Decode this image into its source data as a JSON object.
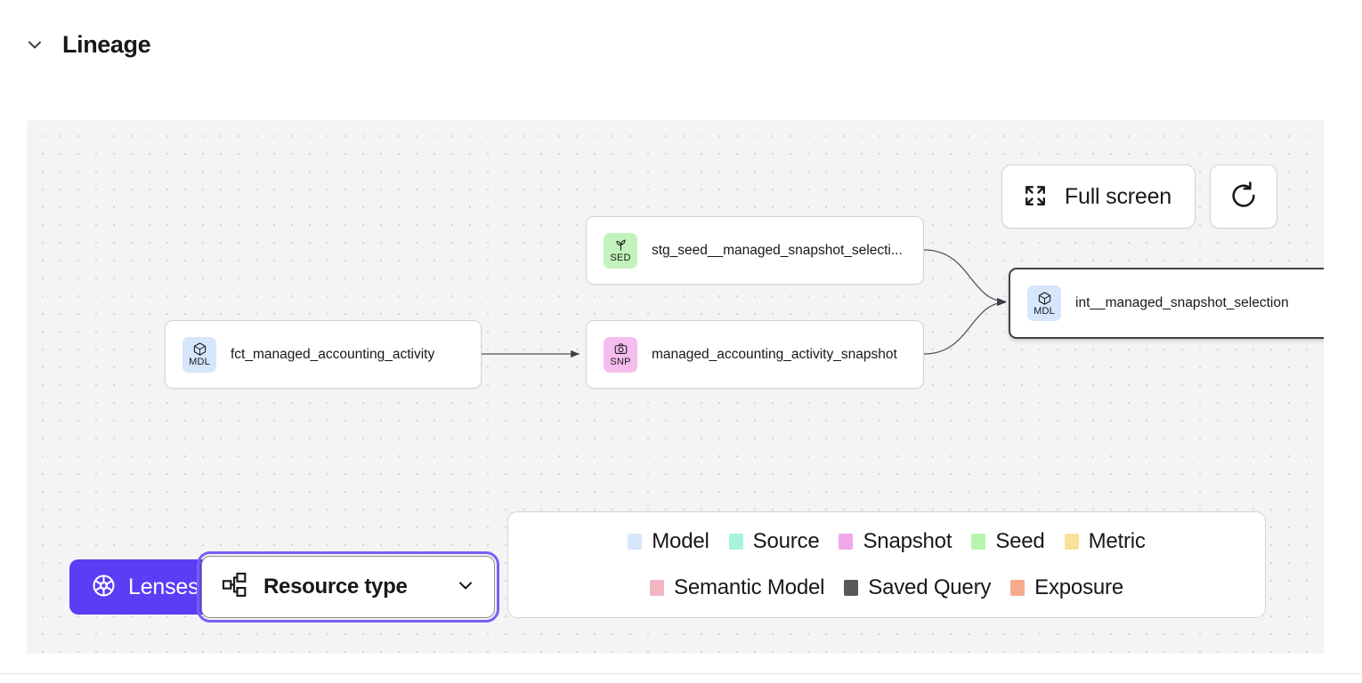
{
  "section": {
    "title": "Lineage",
    "collapse_icon": "chevron-down-icon",
    "expanded": true
  },
  "canvas": {
    "background_color": "#f4f4f5",
    "dot_color": "#d6d6da",
    "actions": {
      "fullscreen_label": "Full screen",
      "fullscreen_icon": "expand-arrows-icon",
      "refresh_icon": "refresh-icon"
    }
  },
  "graph": {
    "nodes": [
      {
        "id": "fct_managed_accounting_activity",
        "label": "fct_managed_accounting_activity",
        "abbr": "MDL",
        "type": "Model",
        "icon": "cube-icon",
        "badge_color": "#d6e6fb",
        "selected": false
      },
      {
        "id": "stg_seed__managed_snapshot_selection",
        "label": "stg_seed__managed_snapshot_selecti...",
        "abbr": "SED",
        "type": "Seed",
        "icon": "seedling-icon",
        "badge_color": "#c3f3bc",
        "selected": false
      },
      {
        "id": "managed_accounting_activity_snapshot",
        "label": "managed_accounting_activity_snapshot",
        "abbr": "SNP",
        "type": "Snapshot",
        "icon": "camera-icon",
        "badge_color": "#f5bdee",
        "selected": false
      },
      {
        "id": "int__managed_snapshot_selection",
        "label": "int__managed_snapshot_selection",
        "abbr": "MDL",
        "type": "Model",
        "icon": "cube-icon",
        "badge_color": "#d6e6fb",
        "selected": true
      }
    ],
    "edges": [
      {
        "from": "fct_managed_accounting_activity",
        "to": "managed_accounting_activity_snapshot"
      },
      {
        "from": "stg_seed__managed_snapshot_selection",
        "to": "int__managed_snapshot_selection"
      },
      {
        "from": "managed_accounting_activity_snapshot",
        "to": "int__managed_snapshot_selection"
      }
    ]
  },
  "controls": {
    "lenses": {
      "label": "Lenses",
      "icon": "aperture-icon",
      "color": "#5b3df5"
    },
    "resource_type": {
      "label": "Resource type",
      "icon": "hierarchy-icon",
      "chevron": "chevron-down-icon",
      "focused": true,
      "focus_color": "#7c5cf8"
    }
  },
  "legend": {
    "rows": [
      [
        {
          "label": "Model",
          "color": "#d6e6fb"
        },
        {
          "label": "Source",
          "color": "#a7f3e0"
        },
        {
          "label": "Snapshot",
          "color": "#f0a8e8"
        },
        {
          "label": "Seed",
          "color": "#b6f5ab"
        },
        {
          "label": "Metric",
          "color": "#fbe09a"
        }
      ],
      [
        {
          "label": "Semantic Model",
          "color": "#f2b6c0"
        },
        {
          "label": "Saved Query",
          "color": "#585858"
        },
        {
          "label": "Exposure",
          "color": "#f6ab8c"
        }
      ]
    ]
  }
}
